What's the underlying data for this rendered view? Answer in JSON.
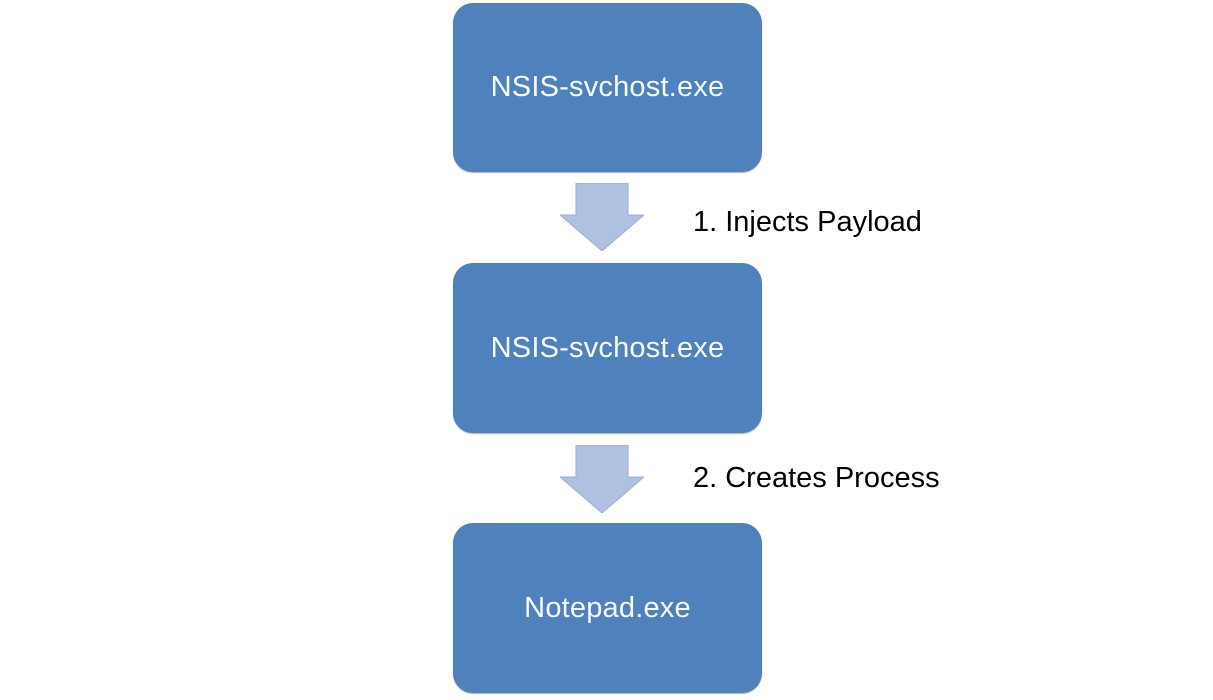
{
  "colors": {
    "page_background": "#ffffff",
    "node_fill": "#4f81bd",
    "node_text": "#f7f9fc",
    "arrow_fill": "#b0c0e0",
    "arrow_stroke": "#9cafd4",
    "label_text": "#000000"
  },
  "diagram": {
    "title": "",
    "nodes": [
      {
        "id": "node-1",
        "label": "NSIS-svchost.exe"
      },
      {
        "id": "node-2",
        "label": "NSIS-svchost.exe"
      },
      {
        "id": "node-3",
        "label": "Notepad.exe"
      }
    ],
    "edges": [
      {
        "from": "node-1",
        "to": "node-2",
        "label": "1. Injects Payload"
      },
      {
        "from": "node-2",
        "to": "node-3",
        "label": "2. Creates Process"
      }
    ]
  }
}
